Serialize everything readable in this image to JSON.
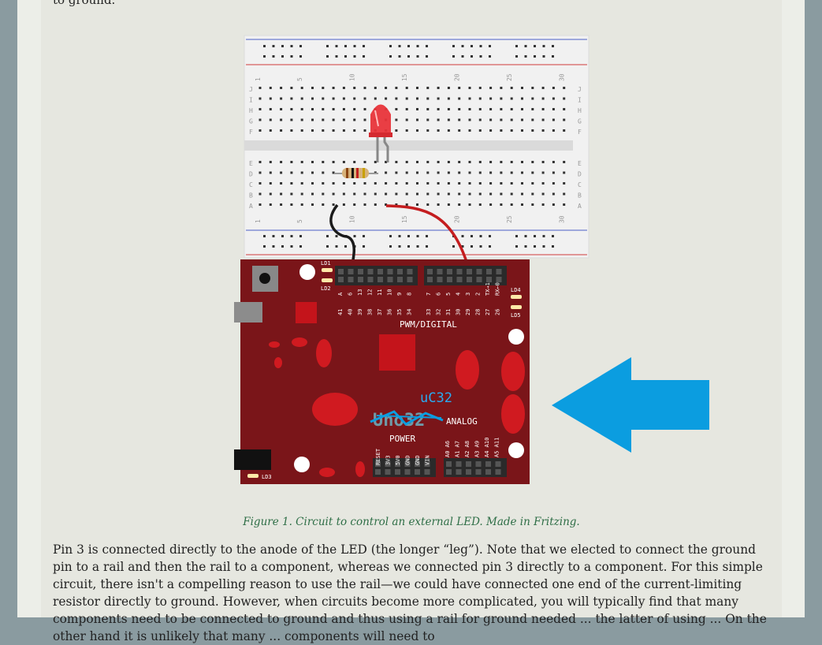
{
  "page": {
    "top_text": "to ground.",
    "caption": "Figure 1. Circuit to control an external LED. Made in Fritzing.",
    "paragraph": "Pin 3 is connected directly to the anode of the LED (the longer “leg”). Note that we elected to connect the ground pin to a rail and then the rail to a component, whereas we connected pin 3 directly to a component. For this simple circuit, there isn't a compelling reason to use the rail—we could have connected one end of the current-limiting resistor directly to ground. However, when circuits become more complicated, you will typically find that many components need to be connected to ground and thus using a rail for ground needed ... the latter of using ... On the other hand it is unlikely that many ... components will need to"
  },
  "breadboard": {
    "column_numbers": [
      "1",
      "5",
      "10",
      "15",
      "20",
      "25",
      "30"
    ],
    "row_letters_top": [
      "J",
      "I",
      "H",
      "G",
      "F"
    ],
    "row_letters_bottom": [
      "E",
      "D",
      "C",
      "B",
      "A"
    ]
  },
  "board": {
    "digital_label": "PWM/DIGITAL",
    "digital_pins_left": [
      "A",
      "6",
      "13",
      "12",
      "11",
      "10",
      "9",
      "8"
    ],
    "digital_pins_right": [
      "7",
      "6",
      "5",
      "4",
      "3",
      "2",
      "TX→1",
      "RX←0"
    ],
    "pin_numbers_left": [
      "41",
      "40",
      "39",
      "38",
      "37",
      "36",
      "35",
      "34"
    ],
    "pin_numbers_right": [
      "33",
      "32",
      "31",
      "30",
      "29",
      "28",
      "27",
      "26"
    ],
    "ld_labels": [
      "LD1",
      "LD2",
      "LD3",
      "LD4",
      "LD5"
    ],
    "name_crossed": "Uno32",
    "name_new": "uC32",
    "analog_label": "ANALOG",
    "power_label": "POWER",
    "power_pins": [
      "RESET",
      "3V3",
      "5V0",
      "GND",
      "GND",
      "VIN"
    ],
    "analog_pins": [
      "A0 A6",
      "A1 A7",
      "A2 A8",
      "A3 A9",
      "A4 A10",
      "A5 A11"
    ]
  },
  "colors": {
    "board": "#7a1519",
    "arrow": "#0b9de0",
    "led": "#e8343a",
    "wire_red": "#c41d1f",
    "wire_black": "#1a1a1a",
    "caption": "#2e6e46"
  }
}
